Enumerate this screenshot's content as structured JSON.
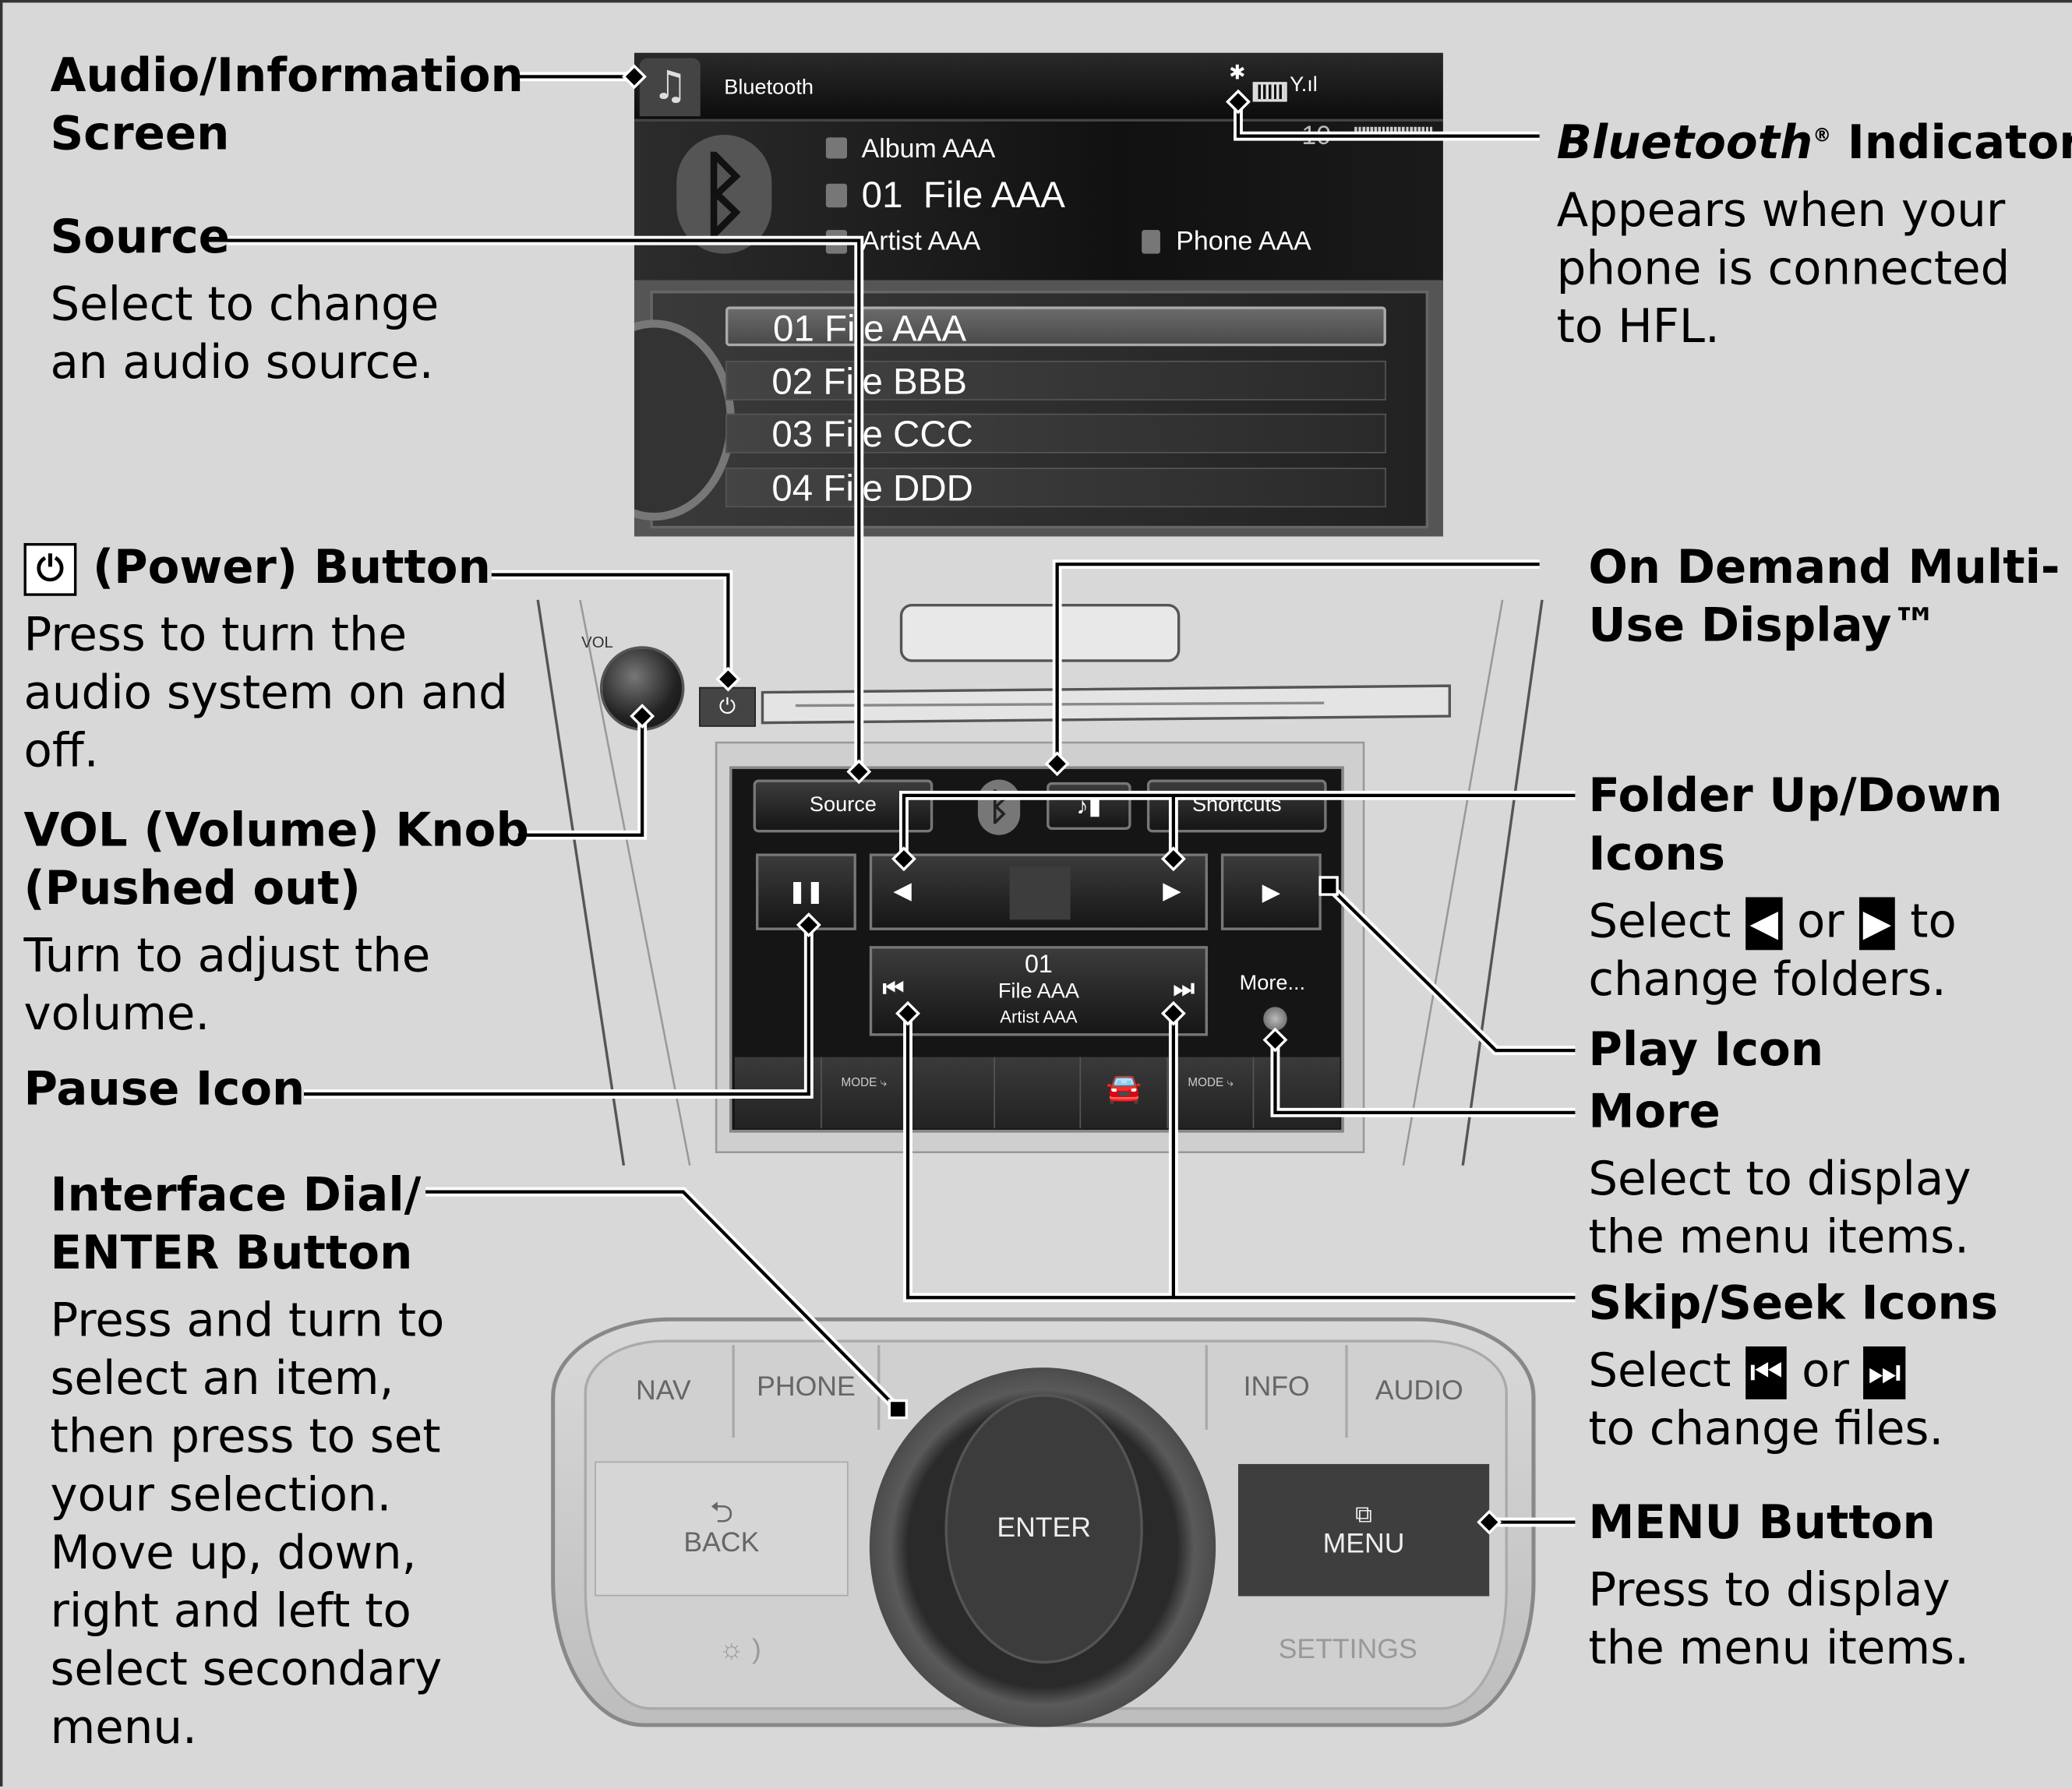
{
  "callouts": {
    "audio_screen": {
      "title": [
        "Audio/Information",
        "Screen"
      ]
    },
    "source": {
      "title": "Source",
      "desc": [
        "Select to change",
        "an audio source."
      ]
    },
    "power": {
      "icon": "power-icon",
      "title": "(Power) Button",
      "desc": [
        "Press to turn the",
        "audio system on and",
        "off."
      ]
    },
    "vol": {
      "title": [
        "VOL (Volume) Knob",
        "(Pushed out)"
      ],
      "desc": [
        "Turn to adjust the",
        "volume."
      ]
    },
    "pause": {
      "title": "Pause Icon"
    },
    "dial": {
      "title": [
        "Interface Dial/",
        "ENTER Button"
      ],
      "desc": [
        "Press and turn to",
        "select an item,",
        "then press to set",
        "your selection.",
        "Move up, down,",
        "right and left to",
        "select secondary",
        "menu."
      ]
    },
    "bluetooth": {
      "title_italic": "Bluetooth",
      "title_sup": "®",
      "title_rest": " Indicator",
      "desc": [
        "Appears when your",
        "phone is connected",
        "to HFL."
      ]
    },
    "odmd": {
      "title": [
        "On Demand Multi-",
        "Use Display™"
      ]
    },
    "folder": {
      "title": [
        "Folder Up/Down",
        "Icons"
      ],
      "desc_a": "Select",
      "icon_left": "◀",
      "desc_or": "or",
      "icon_right": "▶",
      "desc_b": "to",
      "desc2": "change folders."
    },
    "play": {
      "title": "Play Icon"
    },
    "more": {
      "title": "More",
      "desc": [
        "Select to display",
        "the menu items."
      ]
    },
    "skip": {
      "title": "Skip/Seek Icons",
      "desc_a": "Select",
      "icon_prev": "⏮",
      "desc_or": "or",
      "icon_next": "⏭",
      "desc2": "to change files."
    },
    "menu": {
      "title": "MENU Button",
      "desc": [
        "Press to display",
        "the menu items."
      ]
    }
  },
  "audio_screen": {
    "source_label": "Bluetooth",
    "album": "Album AAA",
    "track": "01  File AAA",
    "artist": "Artist AAA",
    "phone": "Phone AAA",
    "volume": "10",
    "list": [
      "01 File AAA",
      "02 File BBB",
      "03 File CCC",
      "04 File DDD"
    ],
    "selected_index": 0
  },
  "dash": {
    "vol_label": "VOL"
  },
  "odmd_screen": {
    "source_btn": "Source",
    "shortcuts_btn": "Shortcuts",
    "track_no": "01",
    "track_name": "File AAA",
    "artist": "Artist AAA",
    "more": "More...",
    "mode": "MODE"
  },
  "controls": {
    "nav": "NAV",
    "phone": "PHONE",
    "info": "INFO",
    "audio": "AUDIO",
    "back": "BACK",
    "enter": "ENTER",
    "menu": "MENU",
    "settings": "SETTINGS"
  }
}
